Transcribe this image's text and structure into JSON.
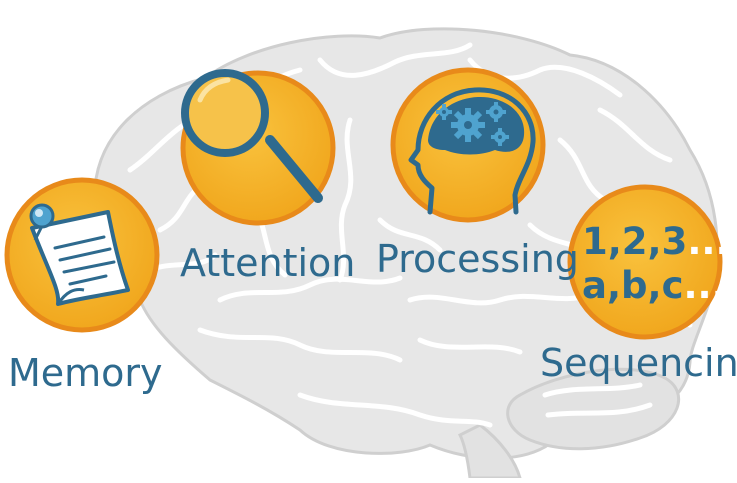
{
  "labels": {
    "memory": "Memory",
    "attention": "Attention",
    "processing": "Processing",
    "sequencing": "Sequencing"
  },
  "sequence_icon": {
    "line1_main": "1,2,3",
    "line1_dots": "...",
    "line2_main": "a,b,c",
    "line2_dots": "..."
  },
  "colors": {
    "brain_fill": "#e7e7e7",
    "brain_stroke": "#ffffff",
    "circle_fill": "#f3ae20",
    "circle_ring": "#e88a1a",
    "label_text": "#2e6a8e",
    "icon_blue": "#2e6a8e",
    "icon_light_blue": "#4fa3cf"
  }
}
